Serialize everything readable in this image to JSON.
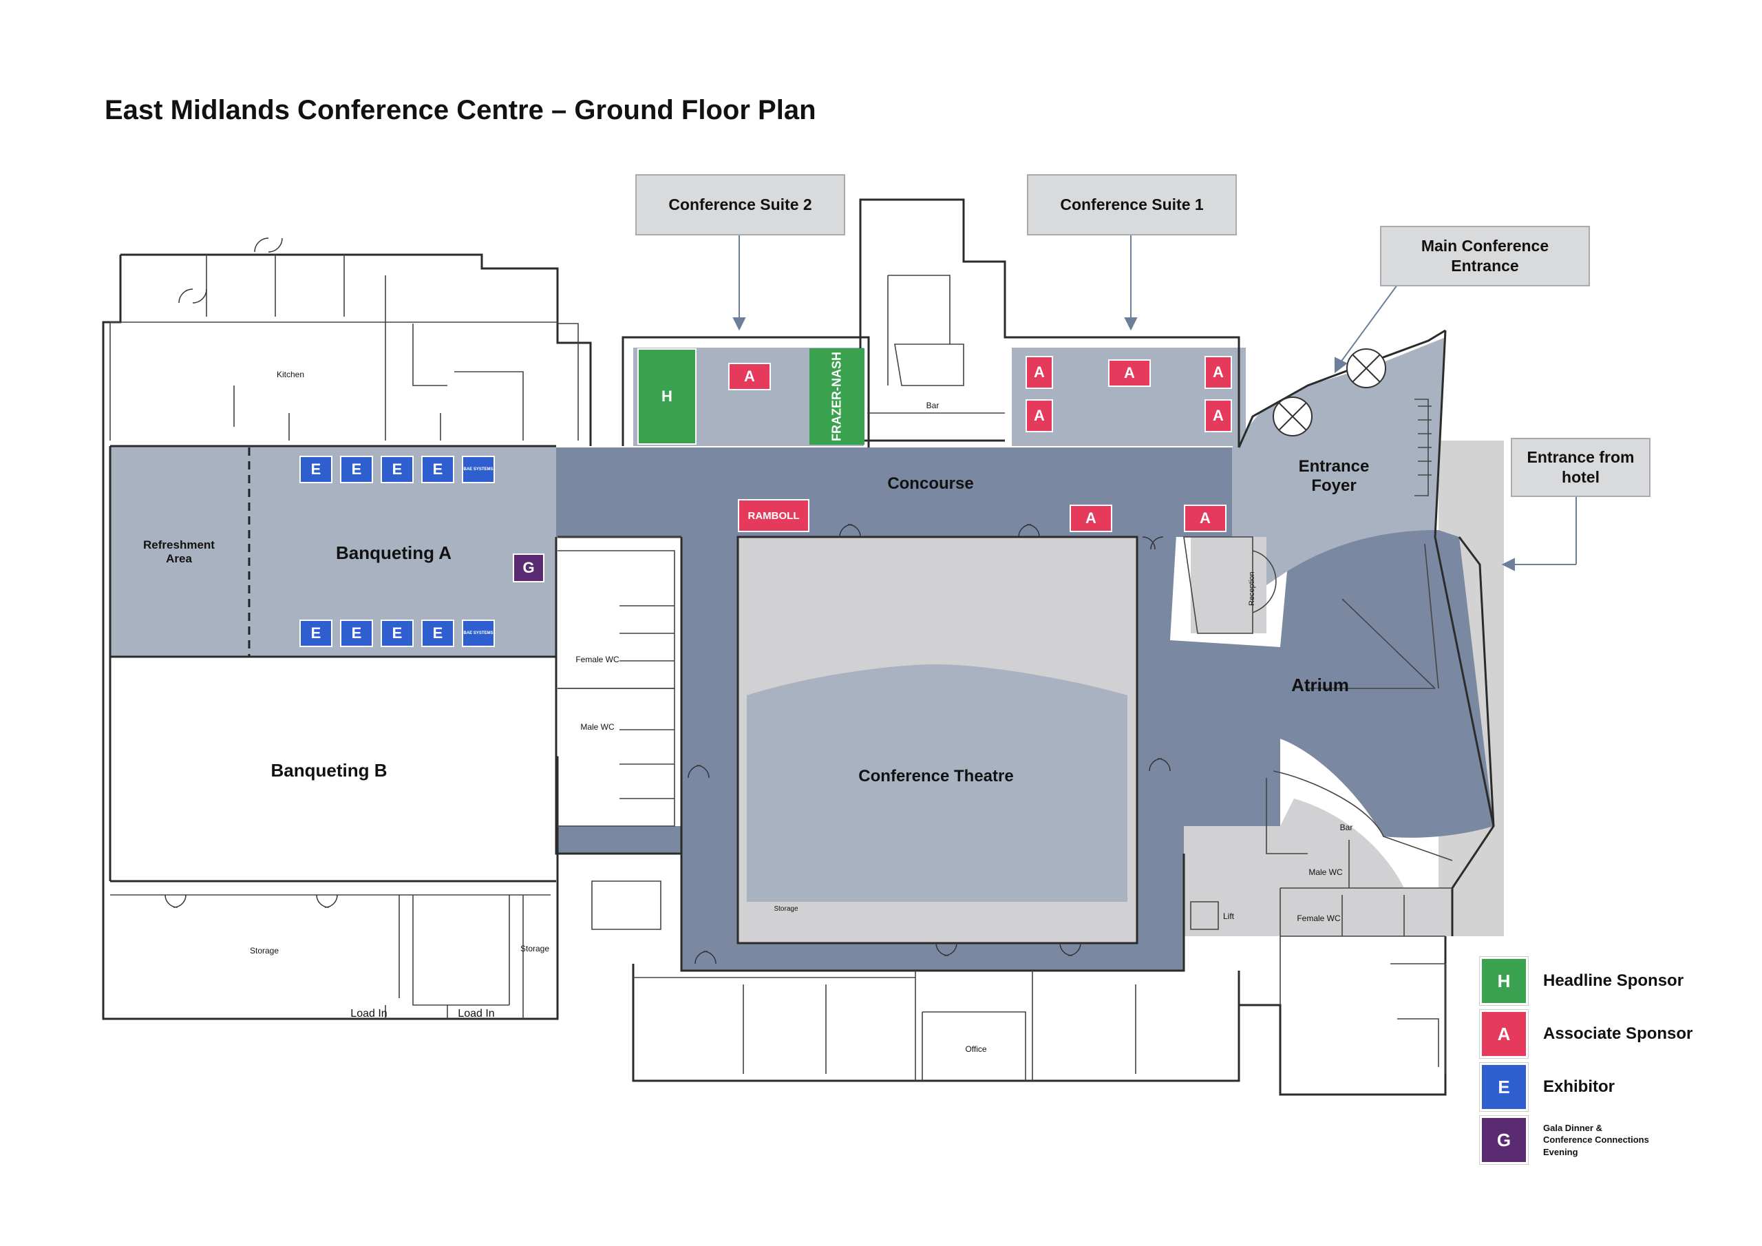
{
  "title": "East Midlands Conference Centre – Ground Floor Plan",
  "callouts": {
    "suite2": "Conference Suite 2",
    "suite1": "Conference Suite 1",
    "main_entrance": "Main Conference Entrance",
    "hotel_entrance": "Entrance from hotel"
  },
  "rooms": {
    "kitchen": "Kitchen",
    "refreshment": "Refreshment Area",
    "banqueting_a": "Banqueting A",
    "banqueting_b": "Banqueting B",
    "storage_left": "Storage",
    "storage_right": "Storage",
    "load_in_1": "Load In",
    "load_in_2": "Load In",
    "female_wc": "Female WC",
    "male_wc": "Male WC",
    "concourse": "Concourse",
    "bar_top": "Bar",
    "theatre": "Conference Theatre",
    "theatre_storage": "Storage",
    "office": "Office",
    "entrance_foyer": "Entrance Foyer",
    "reception": "Reception",
    "atrium": "Atrium",
    "bar_atrium": "Bar",
    "male_wc_2": "Male WC",
    "female_wc_2": "Female WC",
    "lift": "Lift"
  },
  "badges": {
    "headline": "H",
    "associate": "A",
    "exhibitor": "E",
    "gala": "G",
    "exhibitor_logo": "BAE SYSTEMS",
    "sponsor_frazer": "FRAZER-NASH",
    "sponsor_ramboll": "RAMBOLL"
  },
  "legend": [
    {
      "code": "H",
      "label": "Headline Sponsor",
      "color": "#3aa24f"
    },
    {
      "code": "A",
      "label": "Associate Sponsor",
      "color": "#e63a5c"
    },
    {
      "code": "E",
      "label": "Exhibitor",
      "color": "#2f5fcf"
    },
    {
      "code": "G",
      "label": "Gala Dinner & Conference Connections Evening",
      "color": "#5a2b72"
    }
  ],
  "colors": {
    "concourse": "#7b88a2",
    "rooms": "#a9b2c1",
    "service": "#d1d1d3",
    "callout_bg": "#d9dadc"
  }
}
